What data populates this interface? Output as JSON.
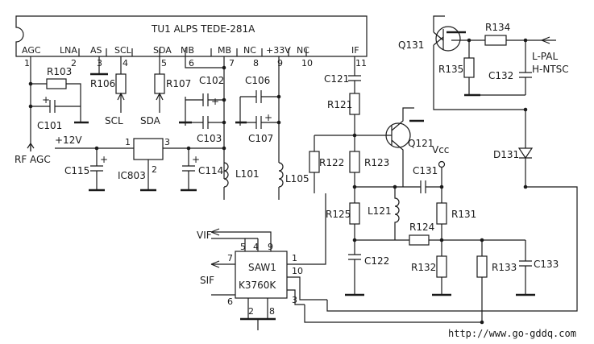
{
  "tuner": {
    "title": "TU1 ALPS TEDE-281A",
    "pins": [
      {
        "num": "1",
        "name": "AGC"
      },
      {
        "num": "2",
        "name": "LNA"
      },
      {
        "num": "3",
        "name": "AS"
      },
      {
        "num": "4",
        "name": "SCL"
      },
      {
        "num": "5",
        "name": "SDA"
      },
      {
        "num": "6",
        "name": "MB"
      },
      {
        "num": "7",
        "name": "MB"
      },
      {
        "num": "8",
        "name": "NC"
      },
      {
        "num": "9",
        "name": "+33V"
      },
      {
        "num": "10",
        "name": "NC"
      },
      {
        "num": "11",
        "name": "IF"
      }
    ]
  },
  "labels": {
    "rf_agc": "RF  AGC",
    "plus12v": "+12V",
    "scl": "SCL",
    "sda": "SDA",
    "vcc": "Vcc",
    "vif": "VIF",
    "sif": "SIF",
    "l_pal": "L-PAL",
    "h_ntsc": "H-NTSC"
  },
  "regulator": {
    "name": "IC803",
    "pin1": "1",
    "pin2": "2",
    "pin3": "3"
  },
  "saw": {
    "name": "SAW1",
    "part": "K3760K",
    "pins": [
      "1",
      "2",
      "3",
      "4",
      "5",
      "6",
      "7",
      "8",
      "9",
      "10"
    ]
  },
  "components": {
    "R103": "R103",
    "C101": "C101",
    "R106": "R106",
    "R107": "R107",
    "C102": "C102",
    "C103": "C103",
    "C106": "C106",
    "C107": "C107",
    "C115": "C115",
    "C114": "C114",
    "L101": "L101",
    "L105": "L105",
    "C121": "C121",
    "R121": "R121",
    "R122": "R122",
    "R123": "R123",
    "Q121": "Q121",
    "C131": "C131",
    "L121": "L121",
    "R125": "R125",
    "R124": "R124",
    "R131": "R131",
    "C122": "C122",
    "R132": "R132",
    "R133": "R133",
    "C133": "C133",
    "Q131": "Q131",
    "R134": "R134",
    "R135": "R135",
    "C132": "C132",
    "D131": "D131"
  },
  "watermark": "http://www.go-gddq.com"
}
